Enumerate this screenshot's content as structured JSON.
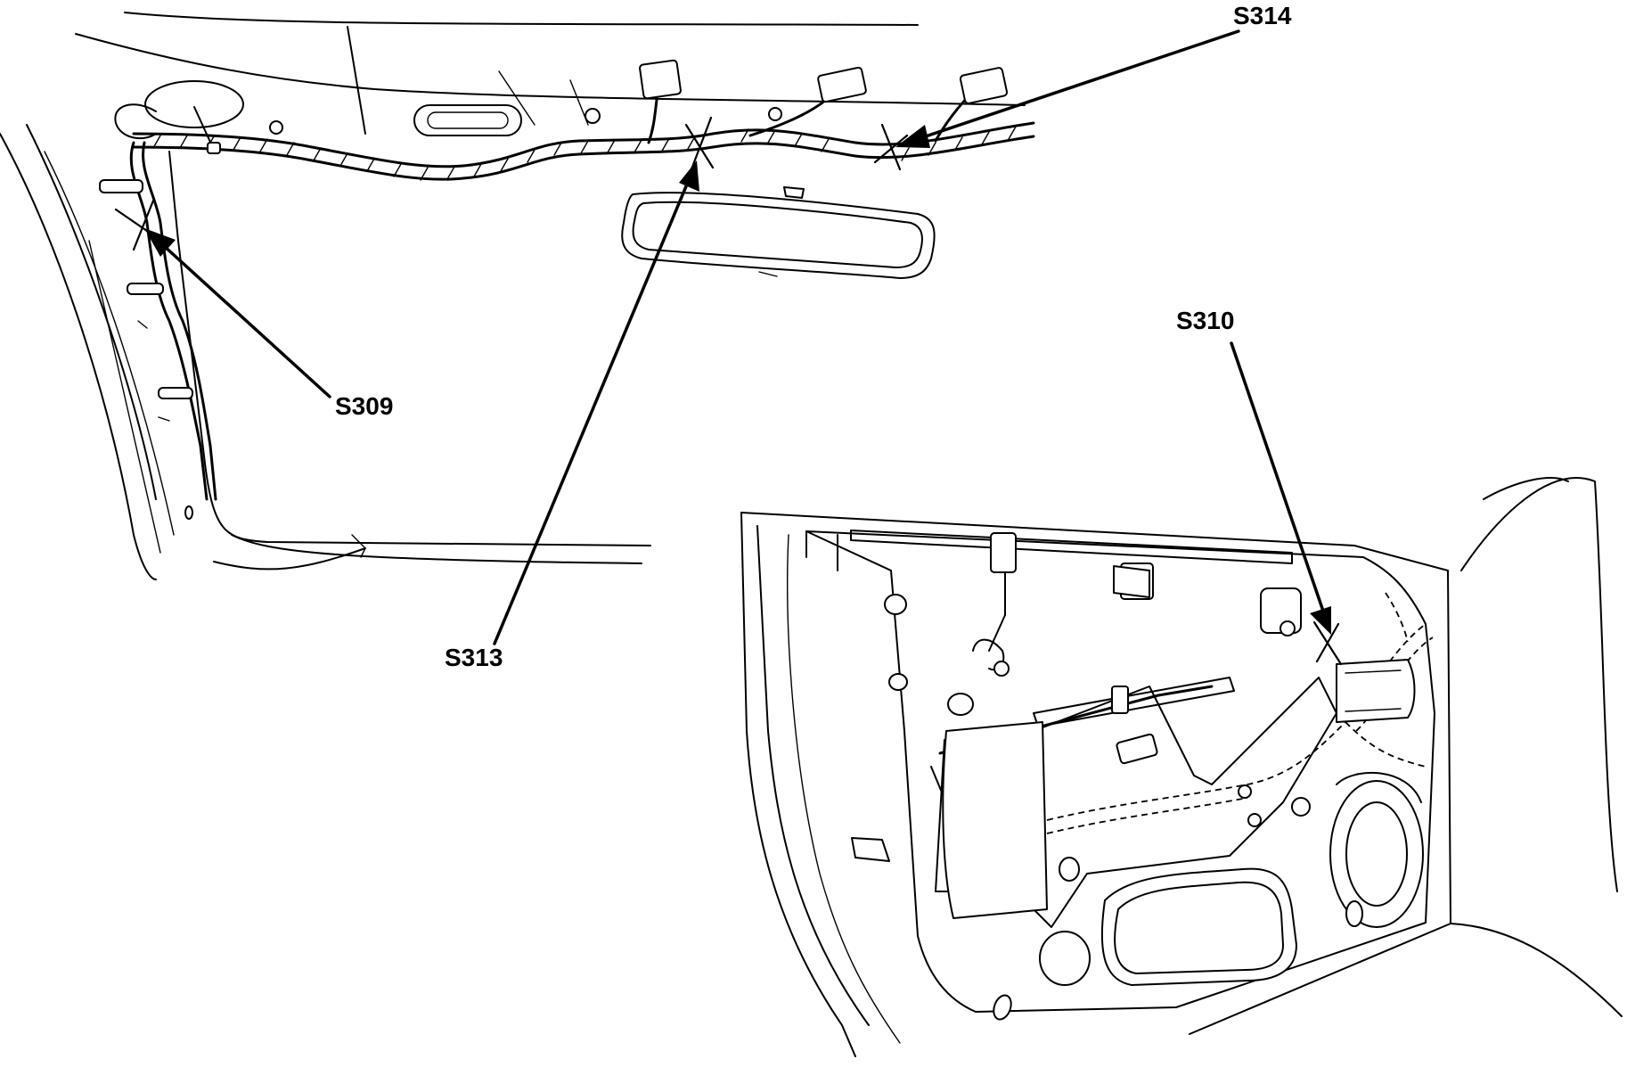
{
  "splice_labels": {
    "s314": "S314",
    "s309": "S309",
    "s313": "S313",
    "s310": "S310"
  },
  "icons": [
    "splice-marker-x",
    "arrowhead"
  ]
}
